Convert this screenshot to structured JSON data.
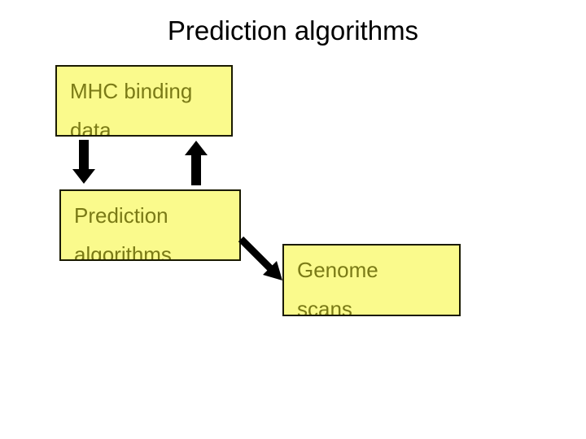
{
  "slide": {
    "title": "Prediction algorithms",
    "background_color": "#ffffff",
    "title_color": "#000000"
  },
  "palette": {
    "box_fill": "#fafa8c",
    "box_border": "#1a1a00",
    "box_text": "#7a7a16",
    "arrow_color": "#000000"
  },
  "diagram": {
    "type": "flowchart",
    "boxes": [
      {
        "id": "mhc-binding-data",
        "lines": [
          "MHC binding",
          "data"
        ],
        "text": "MHC binding data"
      },
      {
        "id": "prediction-algorithms",
        "lines": [
          "Prediction",
          "algorithms"
        ],
        "text": "Prediction algorithms"
      },
      {
        "id": "genome-scans",
        "lines": [
          "Genome",
          "scans"
        ],
        "text": "Genome scans"
      }
    ],
    "arrows": [
      {
        "id": "down-left",
        "direction": "down",
        "from": "mhc-binding-data",
        "to": "prediction-algorithms"
      },
      {
        "id": "up-right",
        "direction": "up",
        "from": "prediction-algorithms",
        "to": "mhc-binding-data"
      },
      {
        "id": "diagonal",
        "direction": "down-right",
        "from": "prediction-algorithms",
        "to": "genome-scans"
      }
    ]
  }
}
